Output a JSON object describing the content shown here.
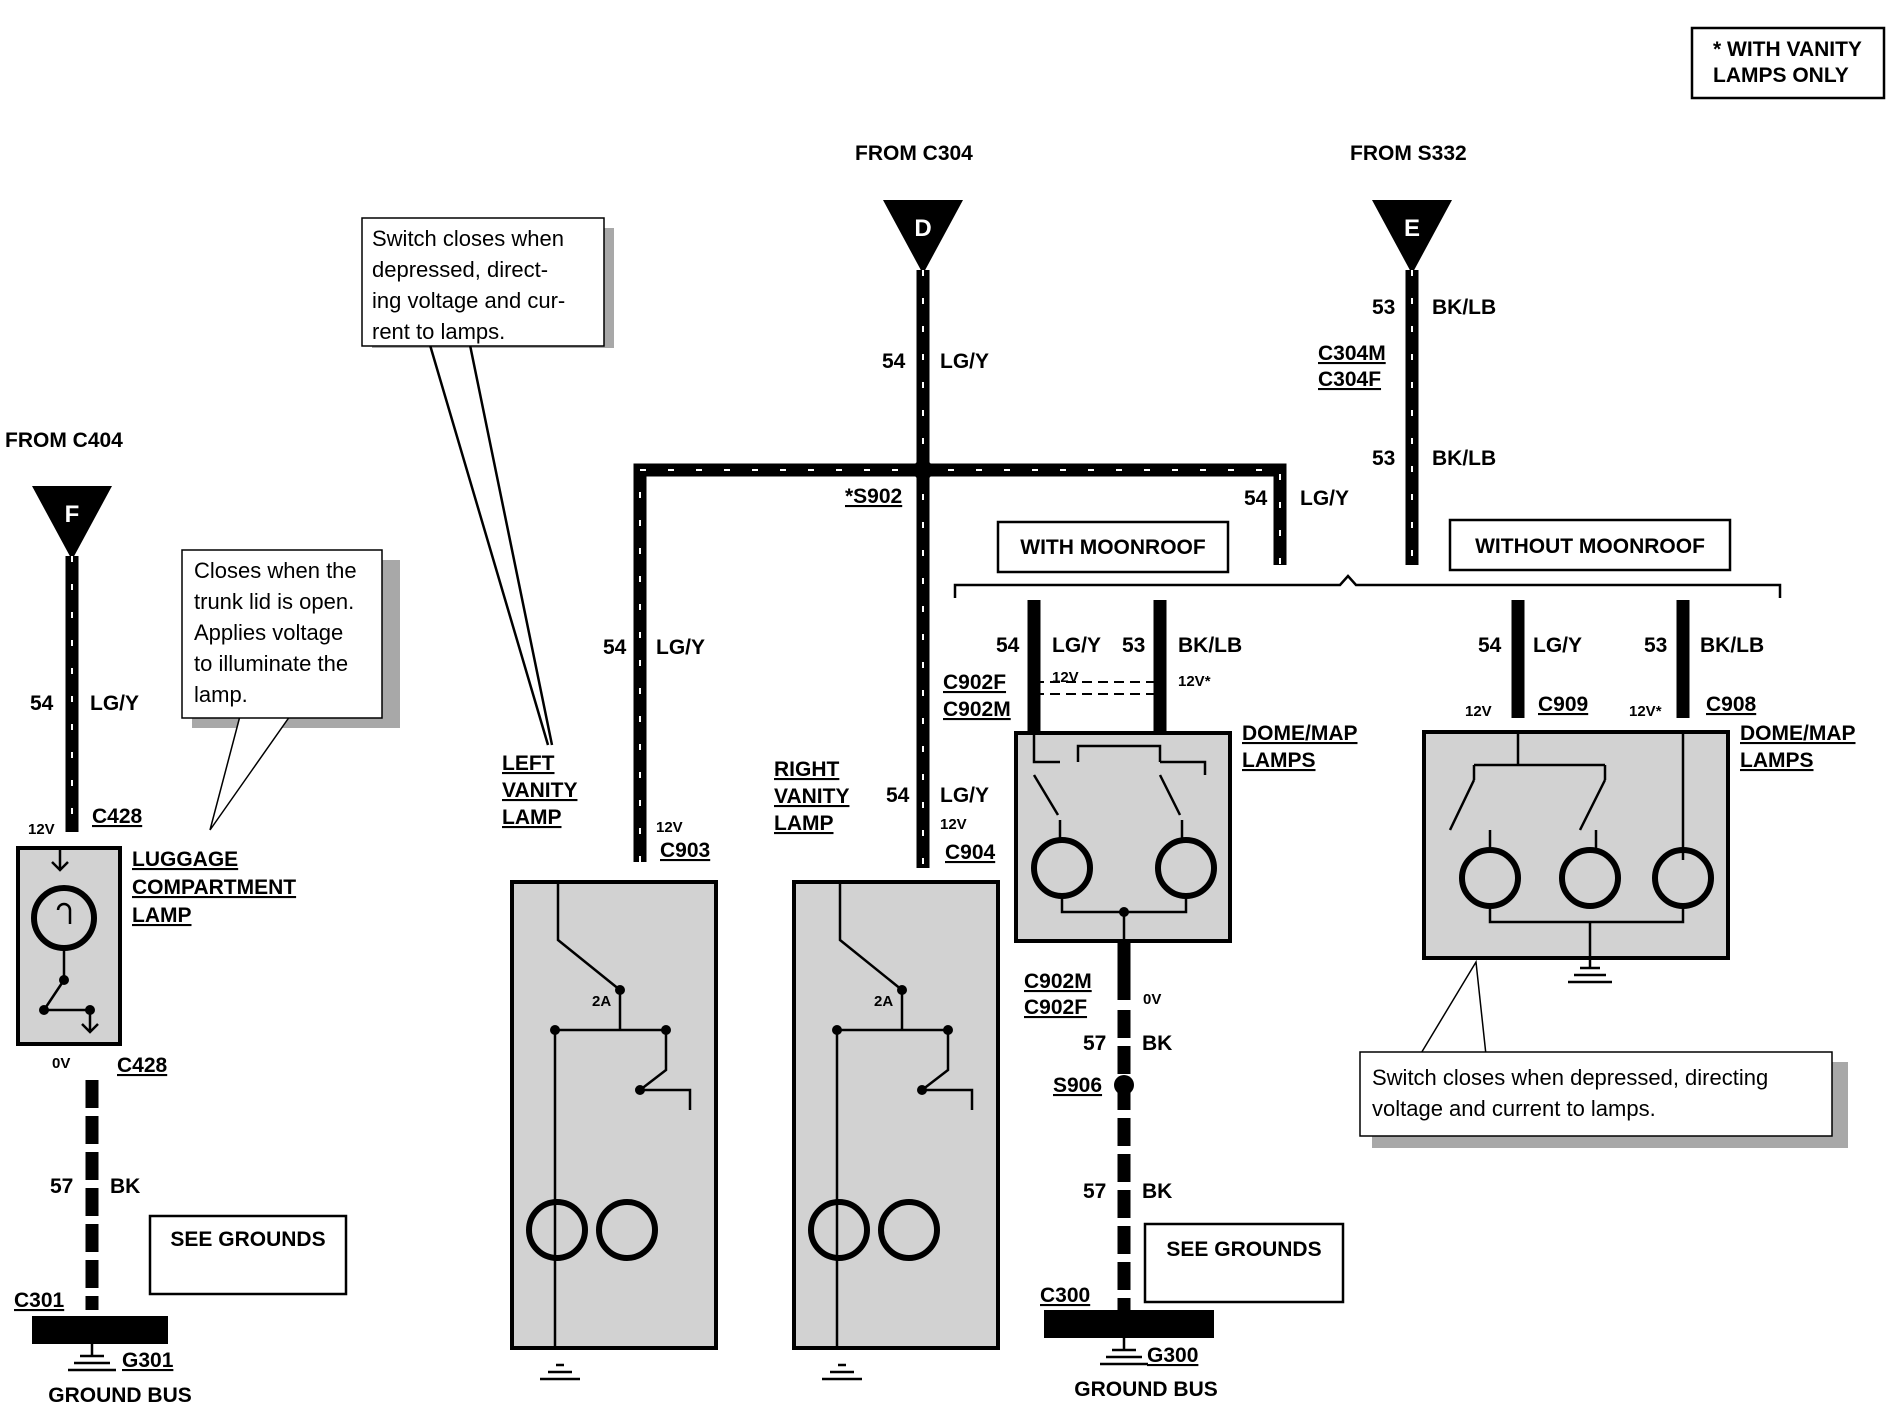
{
  "legend": {
    "line1": "* WITH VANITY",
    "line2": "LAMPS ONLY"
  },
  "sources": {
    "c304": {
      "label": "FROM C304",
      "letter": "D"
    },
    "s332": {
      "label": "FROM S332",
      "letter": "E"
    },
    "c404": {
      "label": "FROM C404",
      "letter": "F"
    }
  },
  "wires": {
    "w54": "54",
    "lgy": "LG/Y",
    "w53": "53",
    "bklb": "BK/LB",
    "w57": "57",
    "bk": "BK"
  },
  "voltages": {
    "v12": "12V",
    "v12s": "12V*",
    "v0": "0V",
    "amp2a": "2A"
  },
  "connectors": {
    "c304m": "C304M",
    "c304f": "C304F",
    "s902": "*S902",
    "c903": "C903",
    "c904": "C904",
    "c902f": "C902F",
    "c902m": "C902M",
    "c909": "C909",
    "c908": "C908",
    "c428": "C428",
    "c301": "C301",
    "g301": "G301",
    "s906": "S906",
    "c300": "C300",
    "g300": "G300"
  },
  "groups": {
    "with_moonroof": "WITH MOONROOF",
    "without_moonroof": "WITHOUT MOONROOF"
  },
  "components": {
    "luggage": [
      "LUGGAGE",
      "COMPARTMENT",
      "LAMP"
    ],
    "left_vanity": [
      "LEFT",
      "VANITY",
      "LAMP"
    ],
    "right_vanity": [
      "RIGHT",
      "VANITY",
      "LAMP"
    ],
    "dome_map": [
      "DOME/MAP",
      "LAMPS"
    ]
  },
  "notes": {
    "vanity_switch": [
      "Switch closes when",
      "depressed,  direct-",
      "ing voltage and cur-",
      "rent to lamps."
    ],
    "trunk": [
      "Closes when the",
      "trunk lid is open.",
      "Applies  voltage",
      "to illuminate the",
      "lamp."
    ],
    "dome_switch": [
      "Switch closes when depressed, directing",
      "voltage and current to lamps."
    ]
  },
  "grounds": {
    "see_grounds": "SEE GROUNDS",
    "ground_bus": "GROUND BUS"
  }
}
